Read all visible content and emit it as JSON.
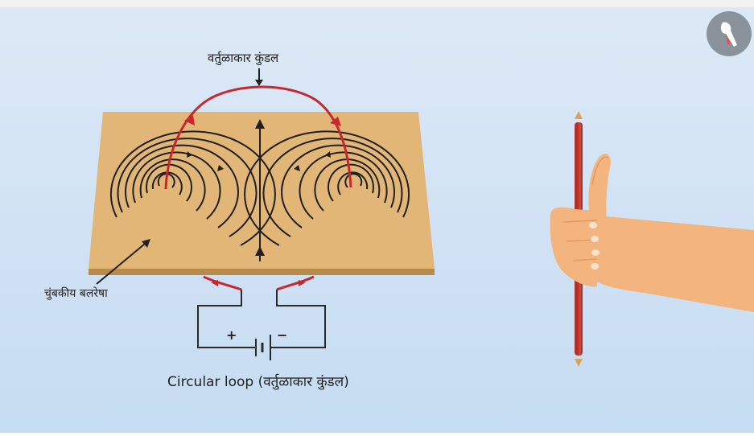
{
  "labels": {
    "coil_top": "वर्तुळाकार कुंडल",
    "field_lines": "चुंबकीय बलरेषा",
    "caption": "Circular loop (वर्तुळाकार कुंडल)"
  },
  "battery": {
    "plus": "+",
    "minus": "−"
  },
  "colors": {
    "background_top": "#dde9f6",
    "background_bottom": "#c6dcf2",
    "board": "#e2b676",
    "board_edge": "#b98b4a",
    "field_line": "#1f1f1f",
    "current_loop": "#c7282e",
    "wire": "#b23228",
    "skin": "#f4b47e",
    "skin_shadow": "#e59a63"
  },
  "icons": [
    "arrow-down-icon",
    "logo-icon"
  ]
}
